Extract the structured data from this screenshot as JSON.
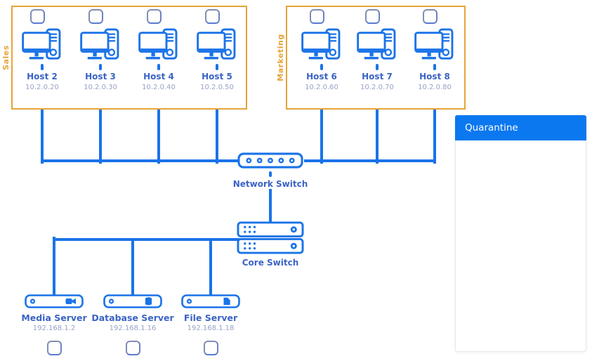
{
  "colors": {
    "wire_blue": "#1a73e8",
    "group_border_orange": "#e5a438",
    "node_name_blue": "#3b63c6",
    "ip_text_gray_blue": "#98a2c6",
    "quarantine_header_blue": "#0b78f0",
    "checkbox_border": "#818eb3"
  },
  "groups": [
    {
      "label": "Sales",
      "hosts": [
        {
          "name": "Host 2",
          "ip": "10.2.0.20"
        },
        {
          "name": "Host 3",
          "ip": "10.2.0.30"
        },
        {
          "name": "Host 4",
          "ip": "10.2.0.40"
        },
        {
          "name": "Host 5",
          "ip": "10.2.0.50"
        }
      ]
    },
    {
      "label": "Marketing",
      "hosts": [
        {
          "name": "Host 6",
          "ip": "10.2.0.60"
        },
        {
          "name": "Host 7",
          "ip": "10.2.0.70"
        },
        {
          "name": "Host 8",
          "ip": "10.2.0.80"
        }
      ]
    }
  ],
  "switches": {
    "network_switch": {
      "label": "Network Switch"
    },
    "core_switch": {
      "label": "Core Switch"
    }
  },
  "servers": [
    {
      "name": "Media Server",
      "ip": "192.168.1.2",
      "icon": "media-server-icon"
    },
    {
      "name": "Database Server",
      "ip": "192.168.1.16",
      "icon": "database-server-icon"
    },
    {
      "name": "File Server",
      "ip": "192.168.1.18",
      "icon": "file-server-icon"
    }
  ],
  "quarantine": {
    "title": "Quarantine"
  }
}
